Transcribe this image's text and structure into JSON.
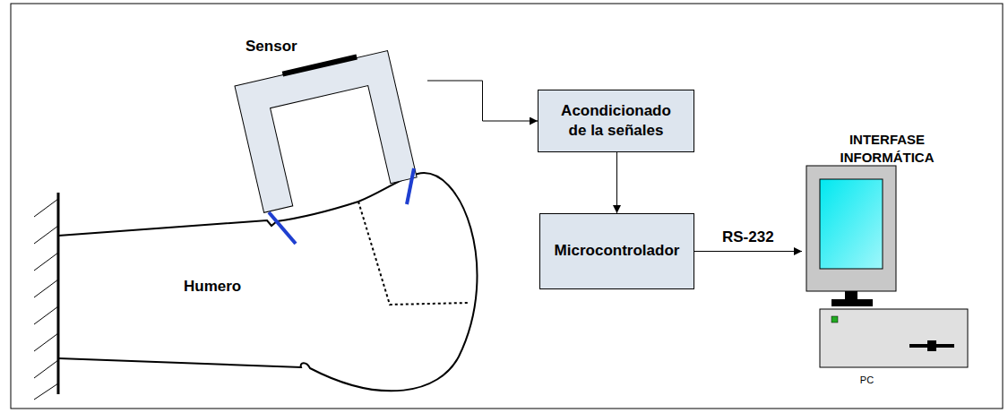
{
  "diagram": {
    "nodes": [
      {
        "text": [
          "Sensor"
        ]
      },
      {
        "text": [
          "Acondicionado de la señales"
        ]
      },
      {
        "text": [
          "Microcontrolador"
        ]
      },
      {
        "text": [
          "INTERFASE INFORMÁTICA",
          "PC"
        ]
      }
    ],
    "edges": [
      {
        "from": 0,
        "to": 1,
        "arrow": "to"
      },
      {
        "from": 1,
        "to": 2,
        "arrow": "to"
      },
      {
        "from": 2,
        "to": 3,
        "arrow": "to",
        "label": "RS-232"
      }
    ],
    "labels": [
      "Humero"
    ]
  }
}
